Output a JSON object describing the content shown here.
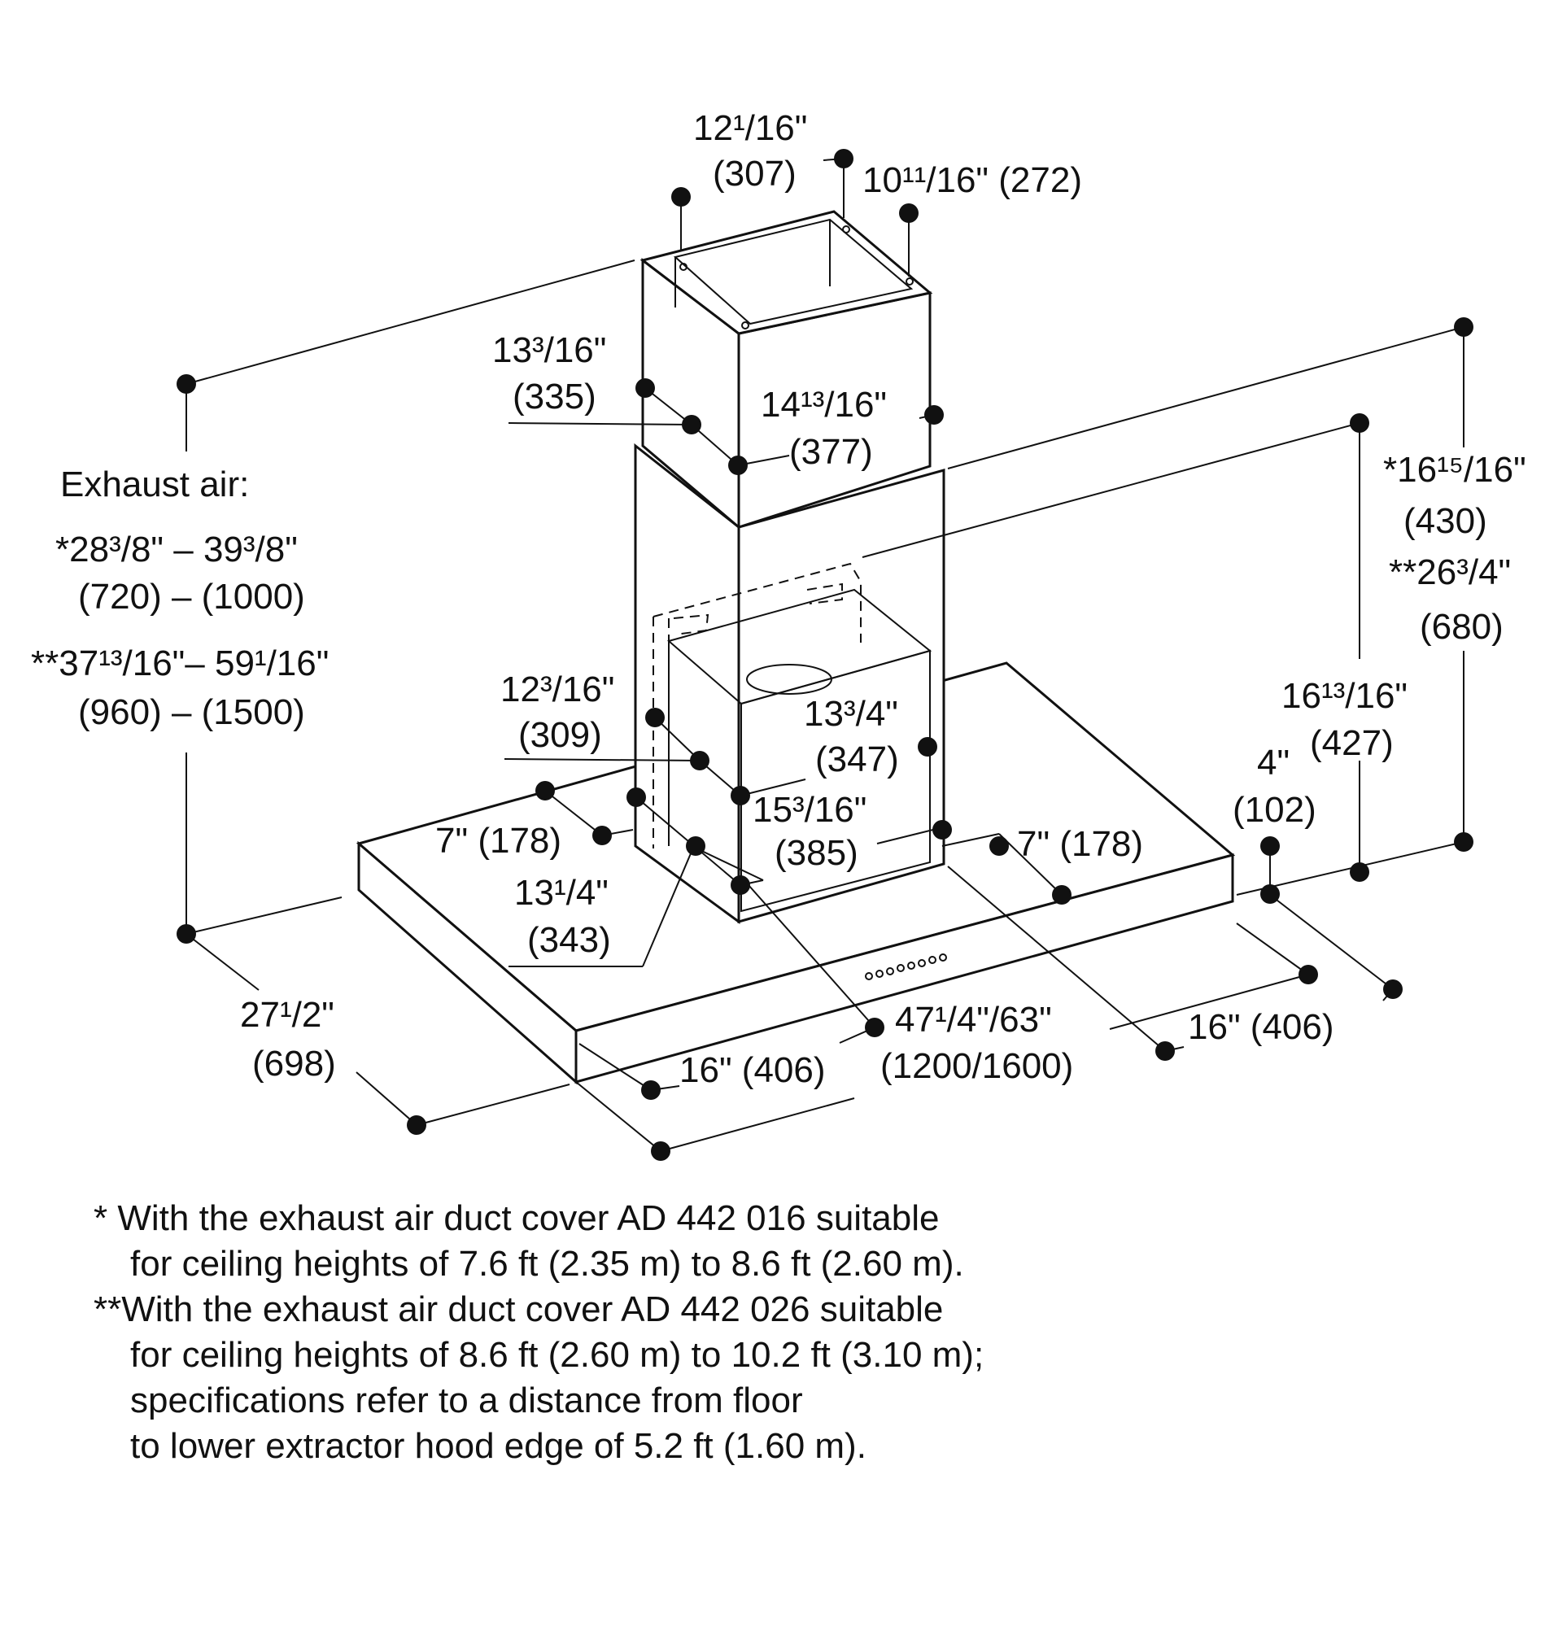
{
  "dimensions": {
    "exhaust_label": "Exhaust air:",
    "exhaust_line1": "*28³/8\" – 39³/8\"",
    "exhaust_line2": "(720)  –  (1000)",
    "exhaust_line3": "**37¹³/16\"– 59¹/16\"",
    "exhaust_line4": "(960)  –  (1500)",
    "top_12_1_16": "12¹/16\"",
    "top_307": "(307)",
    "top_10_11_16": "10¹¹/16\" (272)",
    "d13_3_16": "13³/16\"",
    "d335": "(335)",
    "d14_13_16": "14¹³/16\"",
    "d377": "(377)",
    "r16_15_16": "*16¹⁵/16\"",
    "r430": "(430)",
    "r26_3_4": "**26³/4\"",
    "r680": "(680)",
    "r16_13_16": "16¹³/16\"",
    "r427": "(427)",
    "r4": "4\"",
    "r102": "(102)",
    "d12_3_16": "12³/16\"",
    "d309": "(309)",
    "d13_3_4": "13³/4\"",
    "d347": "(347)",
    "d7_left": "7\" (178)",
    "d15_3_16": "15³/16\"",
    "d385": "(385)",
    "d7_right": "7\" (178)",
    "d13_1_4": "13¹/4\"",
    "d343": "(343)",
    "d27_1_2": "27¹/2\"",
    "d698": "(698)",
    "d47": "47¹/4\"/63\"",
    "d1200": "(1200/1600)",
    "d16_right": "16\" (406)",
    "d16_left": "16\" (406)"
  },
  "notes": [
    "*  With the exhaust air duct cover AD 442 016 suitable",
    "for ceiling heights of 7.6 ft (2.35 m) to 8.6 ft (2.60 m).",
    "**With the exhaust air duct cover AD 442 026 suitable",
    "for ceiling heights of 8.6 ft (2.60 m) to 10.2 ft (3.10 m);",
    "specifications refer to a distance from floor",
    "to lower extractor hood edge of 5.2 ft (1.60 m)."
  ],
  "colors": {
    "ink": "#111111",
    "background": "#ffffff"
  }
}
